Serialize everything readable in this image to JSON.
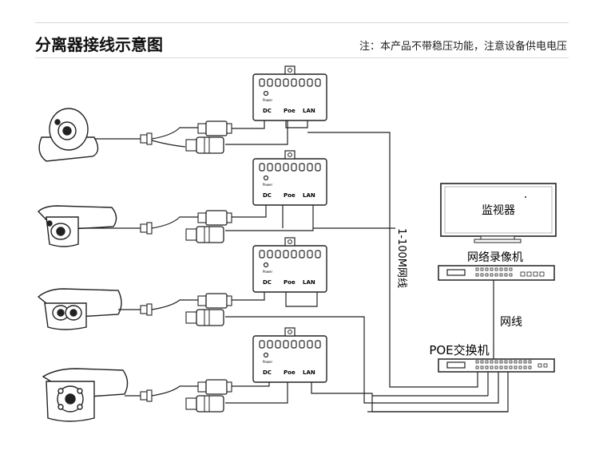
{
  "header": {
    "title": "分离器接线示意图",
    "note": "注：本产品不带稳压功能，注意设备供电电压"
  },
  "splitter": {
    "port_dc": "DC",
    "port_poe": "Poe",
    "port_lan": "LAN",
    "brand_mark": "Power"
  },
  "cable_label": "1-100M网线",
  "monitor": {
    "label": "监视器"
  },
  "nvr": {
    "label": "网络录像机"
  },
  "link_label": "网线",
  "poe_switch": {
    "label": "POE交换机"
  },
  "cameras": [
    {
      "kind": "dome"
    },
    {
      "kind": "bullet"
    },
    {
      "kind": "bullet"
    },
    {
      "kind": "bullet"
    }
  ]
}
